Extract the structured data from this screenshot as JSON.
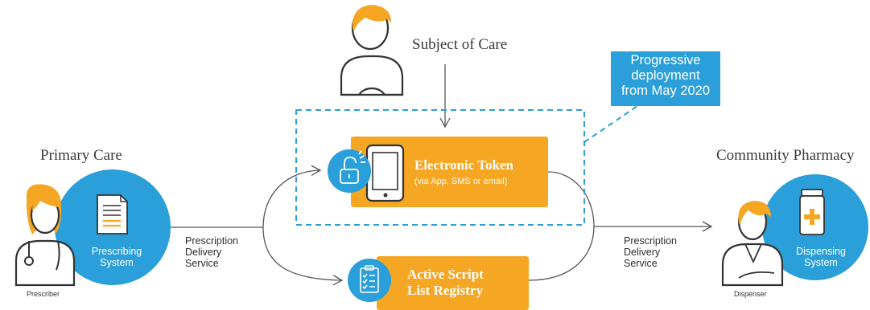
{
  "subject_of_care": {
    "label": "Subject of Care"
  },
  "primary_care": {
    "label": "Primary Care",
    "role": "Prescriber",
    "system_line1": "Prescribing",
    "system_line2": "System"
  },
  "community_pharmacy": {
    "label": "Community Pharmacy",
    "role": "Dispenser",
    "system_line1": "Dispensing",
    "system_line2": "System"
  },
  "pds_left": {
    "line1": "Prescription",
    "line2": "Delivery",
    "line3": "Service"
  },
  "pds_right": {
    "line1": "Prescription",
    "line2": "Delivery",
    "line3": "Service"
  },
  "electronic_token": {
    "title": "Electronic Token",
    "subtitle": "(via App, SMS or email)"
  },
  "active_script": {
    "line1": "Active Script",
    "line2": "List Registry"
  },
  "callout": {
    "line1": "Progressive",
    "line2": "deployment",
    "line3": "from May 2020"
  },
  "colors": {
    "orange": "#f5a623",
    "blue": "#2b9fd9",
    "outline": "#333333",
    "dashed": "#2b9fd9",
    "arrow": "#555555"
  },
  "icons": [
    "unlock-icon",
    "smartphone-icon",
    "clipboard-checklist-icon",
    "document-icon",
    "medicine-bottle-icon"
  ]
}
